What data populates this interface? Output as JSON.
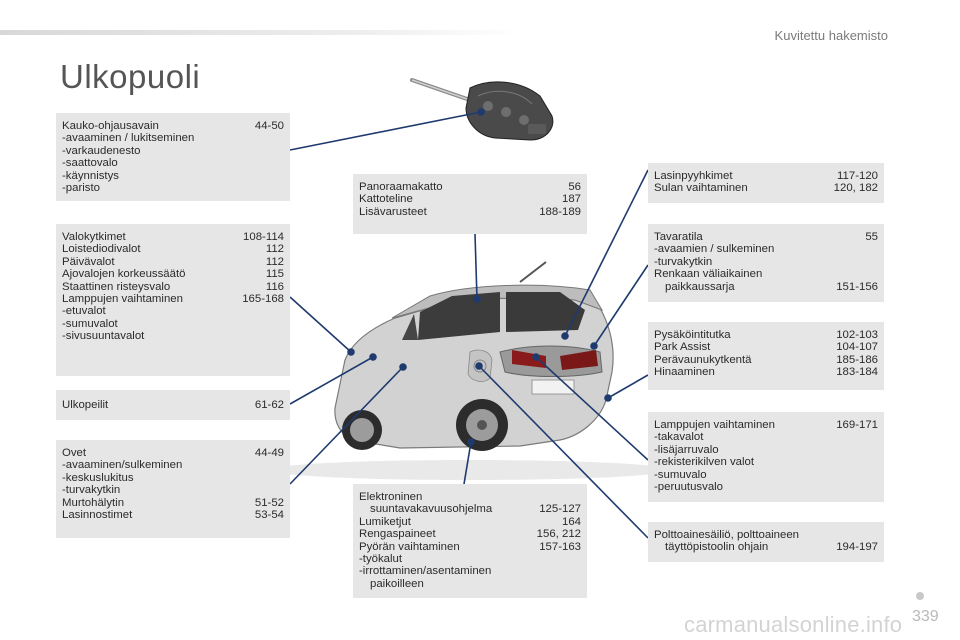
{
  "header": {
    "section": "Kuvitettu hakemisto"
  },
  "page": {
    "title": "Ulkopuoli",
    "number": "339"
  },
  "watermark": "carmanualsonline.info",
  "boxes": {
    "key": {
      "rows": [
        {
          "label": "Kauko-ohjausavain",
          "pages": "44-50"
        },
        {
          "label": "avaaminen / lukitseminen",
          "dash": "-"
        },
        {
          "label": "varkaudenesto",
          "dash": "-"
        },
        {
          "label": "saattovalo",
          "dash": "-"
        },
        {
          "label": "käynnistys",
          "dash": "-"
        },
        {
          "label": "paristo",
          "dash": "-"
        }
      ]
    },
    "lights": {
      "rows": [
        {
          "label": "Valokytkimet",
          "pages": "108-114"
        },
        {
          "label": "Loistediodivalot",
          "pages": "112"
        },
        {
          "label": "Päivävalot",
          "pages": "112"
        },
        {
          "label": "Ajovalojen korkeussäätö",
          "pages": "115"
        },
        {
          "label": "Staattinen risteysvalo",
          "pages": "116"
        },
        {
          "label": "Lamppujen vaihtaminen",
          "pages": "165-168"
        },
        {
          "label": "etuvalot",
          "dash": "-"
        },
        {
          "label": "sumuvalot",
          "dash": "-"
        },
        {
          "label": "sivusuuntavalot",
          "dash": "-"
        }
      ]
    },
    "mirrors": {
      "rows": [
        {
          "label": "Ulkopeilit",
          "pages": "61-62"
        }
      ]
    },
    "doors": {
      "rows": [
        {
          "label": "Ovet",
          "pages": "44-49"
        },
        {
          "label": "avaaminen/sulkeminen",
          "dash": "-"
        },
        {
          "label": "keskuslukitus",
          "dash": "-"
        },
        {
          "label": "turvakytkin",
          "dash": "-"
        },
        {
          "label": "Murtohälytin",
          "pages": "51-52"
        },
        {
          "label": "Lasinnostimet",
          "pages": "53-54"
        }
      ]
    },
    "roof": {
      "rows": [
        {
          "label": "Panoraamakatto",
          "pages": "56"
        },
        {
          "label": "Kattoteline",
          "pages": "187"
        },
        {
          "label": "Lisävarusteet",
          "pages": "188-189"
        }
      ]
    },
    "stability": {
      "rows": [
        {
          "label": "Elektroninen"
        },
        {
          "label": "suuntavakavuusohjelma",
          "pages": "125-127",
          "cont": true
        },
        {
          "label": "Lumiketjut",
          "pages": "164"
        },
        {
          "label": "Rengaspaineet",
          "pages": "156, 212"
        },
        {
          "label": "Pyörän vaihtaminen",
          "pages": "157-163"
        },
        {
          "label": "työkalut",
          "dash": "-"
        },
        {
          "label": "irrottaminen/asentaminen",
          "dash": "-"
        },
        {
          "label": "paikoilleen",
          "cont": true
        }
      ]
    },
    "wipers": {
      "rows": [
        {
          "label": "Lasinpyyhkimet",
          "pages": "117-120"
        },
        {
          "label": "Sulan vaihtaminen",
          "pages": "120, 182"
        }
      ]
    },
    "trunk": {
      "rows": [
        {
          "label": "Tavaratila",
          "pages": "55"
        },
        {
          "label": "avaamien / sulkeminen",
          "dash": "-"
        },
        {
          "label": "turvakytkin",
          "dash": "-"
        },
        {
          "label": "Renkaan väliaikainen"
        },
        {
          "label": "paikkaussarja",
          "pages": "151-156",
          "cont": true
        }
      ]
    },
    "parking": {
      "rows": [
        {
          "label": "Pysäköintitutka",
          "pages": "102-103"
        },
        {
          "label": "Park Assist",
          "pages": "104-107"
        },
        {
          "label": "Perävaunukytkentä",
          "pages": "185-186"
        },
        {
          "label": "Hinaaminen",
          "pages": "183-184"
        }
      ]
    },
    "rearlamps": {
      "rows": [
        {
          "label": "Lamppujen vaihtaminen",
          "pages": "169-171"
        },
        {
          "label": "takavalot",
          "dash": "-"
        },
        {
          "label": "lisäjarruvalo",
          "dash": "-"
        },
        {
          "label": "rekisterikilven valot",
          "dash": "-"
        },
        {
          "label": "sumuvalo",
          "dash": "-"
        },
        {
          "label": "peruutusvalo",
          "dash": "-"
        }
      ]
    },
    "fuel": {
      "rows": [
        {
          "label": "Polttoainesäiliö, polttoaineen"
        },
        {
          "label": "täyttöpistoolin ohjain",
          "pages": "194-197",
          "cont": true
        }
      ]
    }
  },
  "colors": {
    "box_bg": "#e6e6e6",
    "leader": "#1f3a6e",
    "text": "#2b2b2b"
  }
}
